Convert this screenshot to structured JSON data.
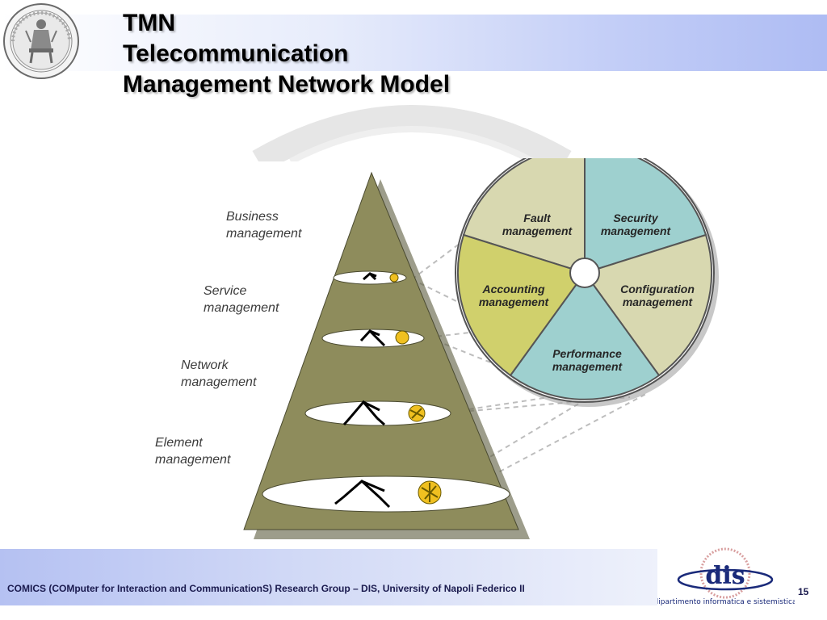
{
  "slide": {
    "title_lines": [
      "TMN",
      "Telecommunication",
      "Management Network Model"
    ],
    "page_number": "15"
  },
  "pyramid": {
    "levels": [
      {
        "line1": "Business",
        "line2": "management"
      },
      {
        "line1": "Service",
        "line2": "management"
      },
      {
        "line1": "Network",
        "line2": "management"
      },
      {
        "line1": "Element",
        "line2": "management"
      }
    ]
  },
  "wheel": {
    "segments": [
      {
        "line1": "Fault",
        "line2": "management",
        "color": "#d8d8b0"
      },
      {
        "line1": "Security",
        "line2": "management",
        "color": "#9ed0cf"
      },
      {
        "line1": "Configuration",
        "line2": "management",
        "color": "#d8d8b0"
      },
      {
        "line1": "Performance",
        "line2": "management",
        "color": "#9ed0cf"
      },
      {
        "line1": "Accounting",
        "line2": "management",
        "color": "#d0d06c"
      }
    ]
  },
  "footer": {
    "text": "COMICS (COMputer for Interaction and CommunicationS) Research Group – DIS, University of Napoli Federico II",
    "logo_text": "dipartimento informatica e sistemistica",
    "logo_mark": "dis"
  },
  "colors": {
    "pyramid_fill": "#8e8c5c",
    "pyramid_light": "#a9a77a",
    "title_band": "#aebcf3",
    "footer_band": "#b5c1f2",
    "network_icon": "#000000",
    "element_icon": "#f0c020"
  },
  "icons": [
    "university-seal-icon",
    "network-tree-icon",
    "network-element-icon",
    "dis-logo-icon"
  ]
}
